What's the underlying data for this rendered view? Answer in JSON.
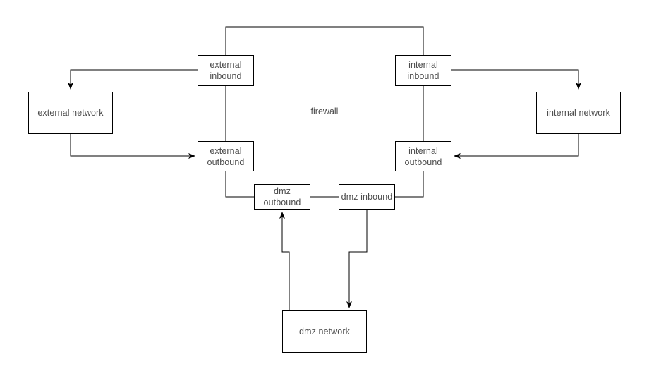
{
  "diagram": {
    "title_label": "firewall",
    "background_color": "#ffffff",
    "line_color": "#000000",
    "text_color": "#4d4d4d",
    "nodes": {
      "external_network": "external network",
      "external_inbound": "external\ninbound",
      "external_outbound": "external\noutbound",
      "internal_network": "internal network",
      "internal_inbound": "internal\ninbound",
      "internal_outbound": "internal\noutbound",
      "dmz_outbound": "dmz outbound",
      "dmz_inbound": "dmz inbound",
      "dmz_network": "dmz network"
    },
    "edges": [
      {
        "from": "external inbound",
        "to": "external network",
        "arrow": "true"
      },
      {
        "from": "external network",
        "to": "external outbound",
        "arrow": "true"
      },
      {
        "from": "external inbound",
        "to": "external outbound",
        "arrow": "false"
      },
      {
        "from": "external inbound",
        "to": "internal inbound",
        "arrow": "false"
      },
      {
        "from": "internal inbound",
        "to": "internal network",
        "arrow": "true"
      },
      {
        "from": "internal network",
        "to": "internal outbound",
        "arrow": "true"
      },
      {
        "from": "internal inbound",
        "to": "internal outbound",
        "arrow": "false"
      },
      {
        "from": "external outbound",
        "to": "dmz outbound",
        "arrow": "false"
      },
      {
        "from": "dmz outbound",
        "to": "dmz inbound",
        "arrow": "false"
      },
      {
        "from": "dmz inbound",
        "to": "internal outbound",
        "arrow": "false"
      },
      {
        "from": "dmz network",
        "to": "dmz outbound",
        "arrow": "true"
      },
      {
        "from": "dmz inbound",
        "to": "dmz network",
        "arrow": "true"
      }
    ]
  }
}
